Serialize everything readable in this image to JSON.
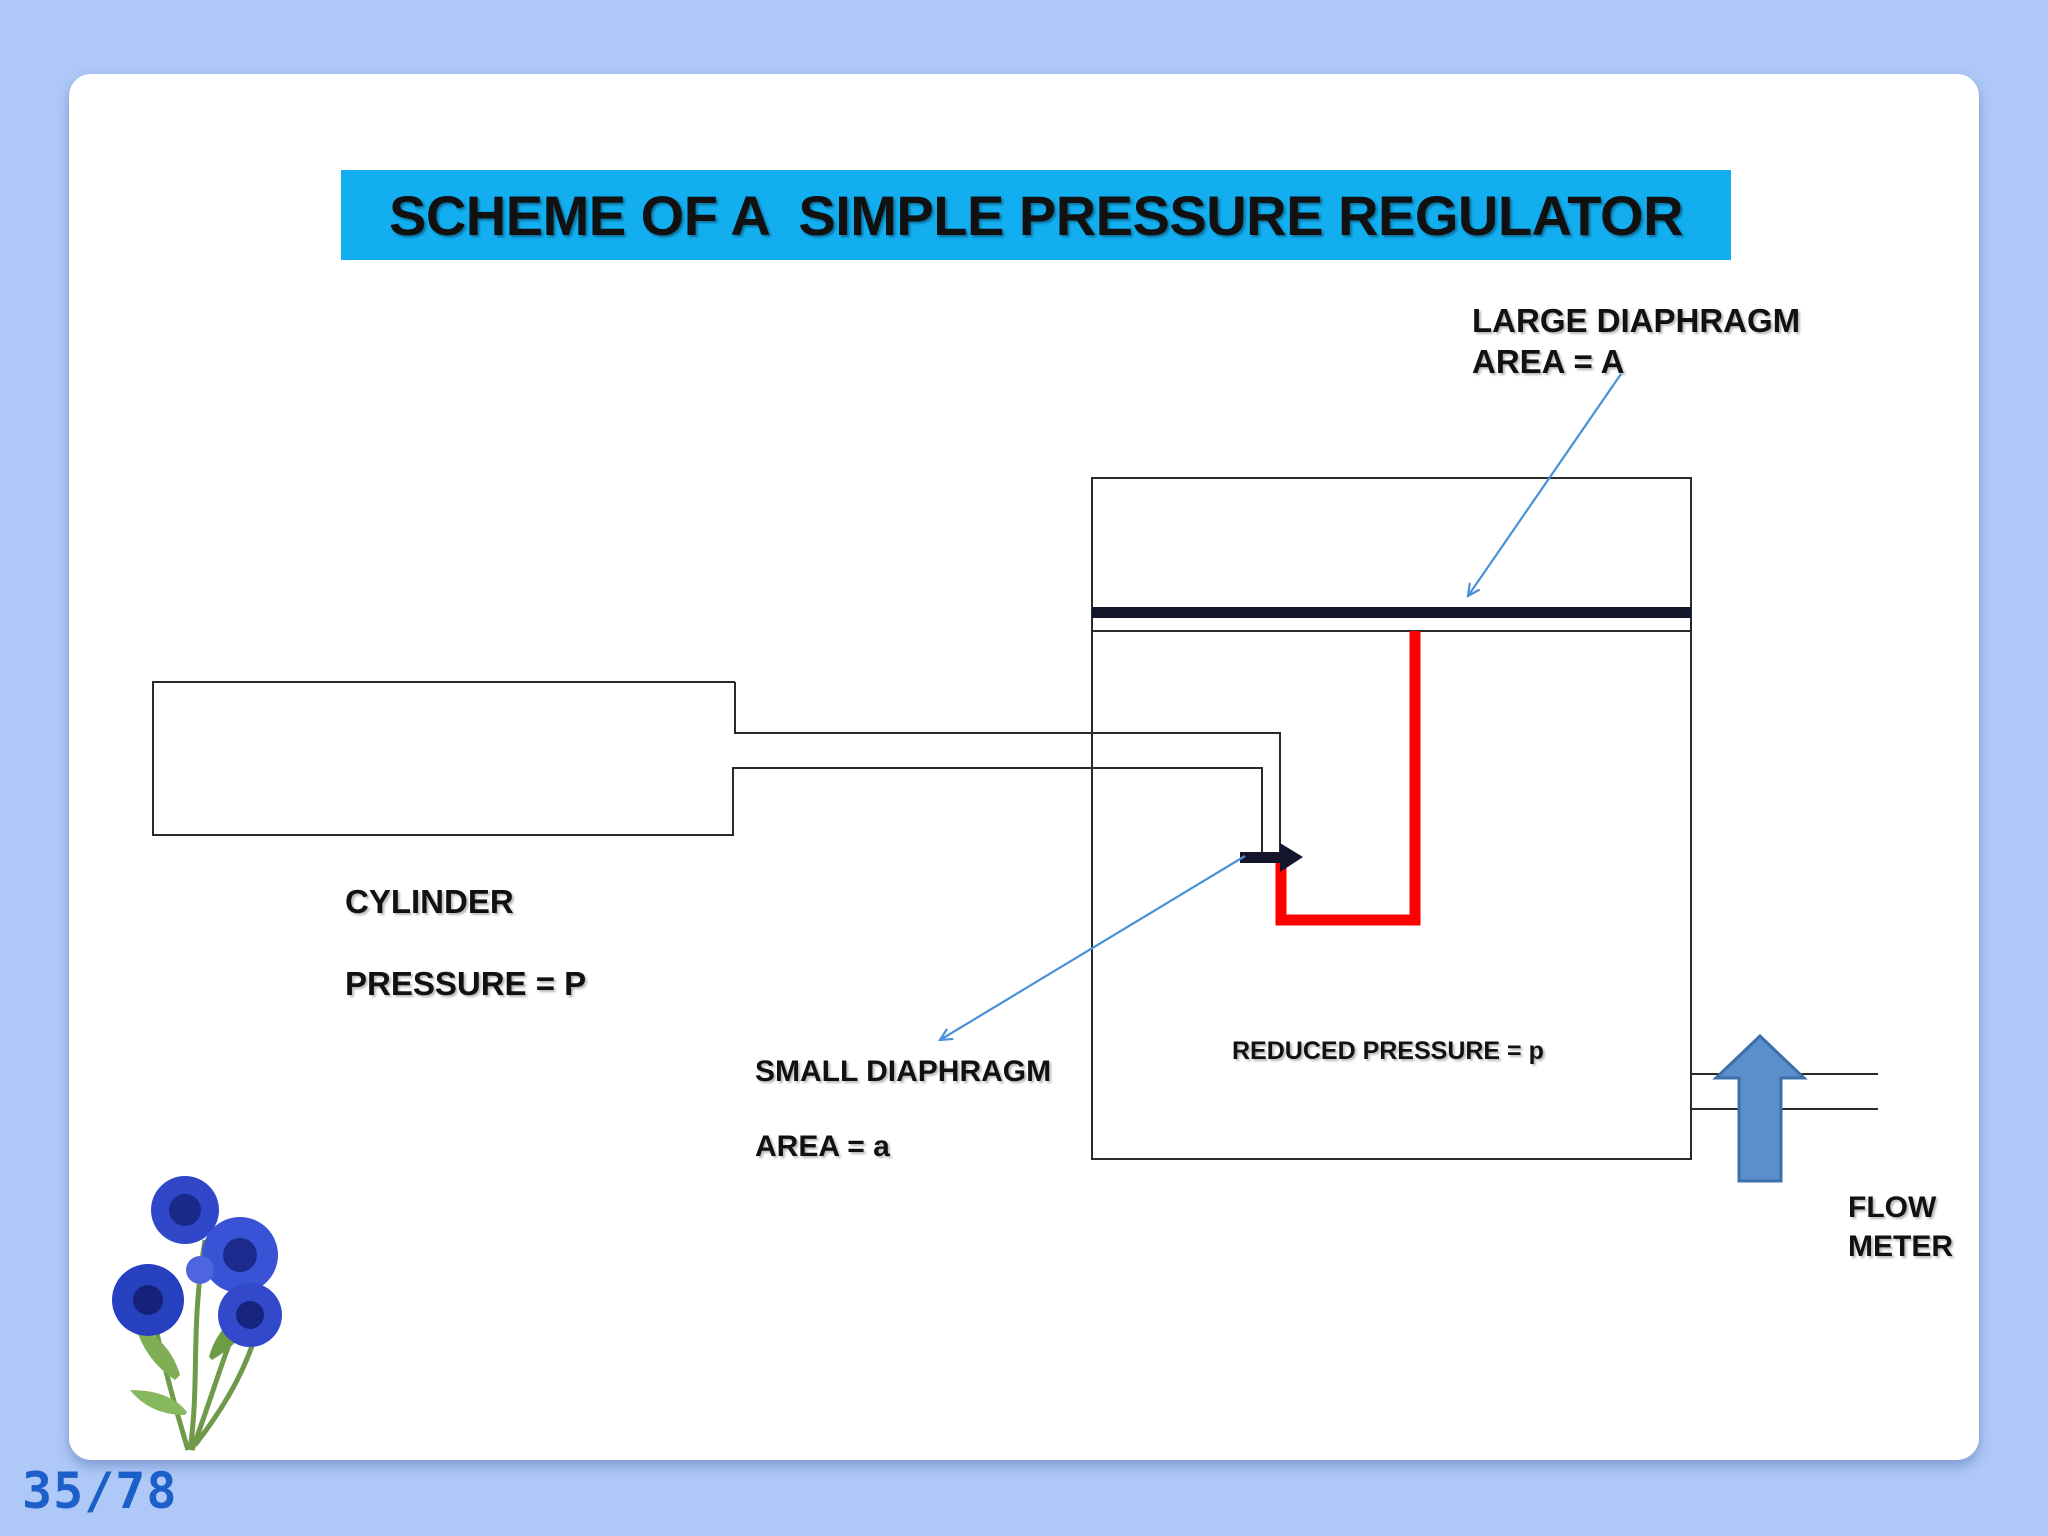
{
  "slide": {
    "title": "SCHEME OF A  SIMPLE PRESSURE REGULATOR",
    "page_number": "35/78"
  },
  "labels": {
    "large_diaphragm": "LARGE DIAPHRAGM",
    "large_area": "AREA = A",
    "cylinder": "CYLINDER",
    "cylinder_pressure": "PRESSURE = P",
    "small_diaphragm": "SMALL DIAPHRAGM",
    "small_area": "AREA = a",
    "reduced_pressure": "REDUCED PRESSURE = p",
    "flow": "FLOW",
    "meter": "METER"
  },
  "colors": {
    "background": "#aec8f8",
    "title_bar": "#12aef0",
    "linkage": "#ff0000",
    "diaphragm": "#14142a",
    "pointer_arrow": "#4a90d8",
    "flow_arrow": "#5b8fcc",
    "page_number": "#1d5fc8"
  },
  "icons": {
    "decoration": "blue-flowers-icon",
    "flow_direction": "up-arrow-icon"
  }
}
